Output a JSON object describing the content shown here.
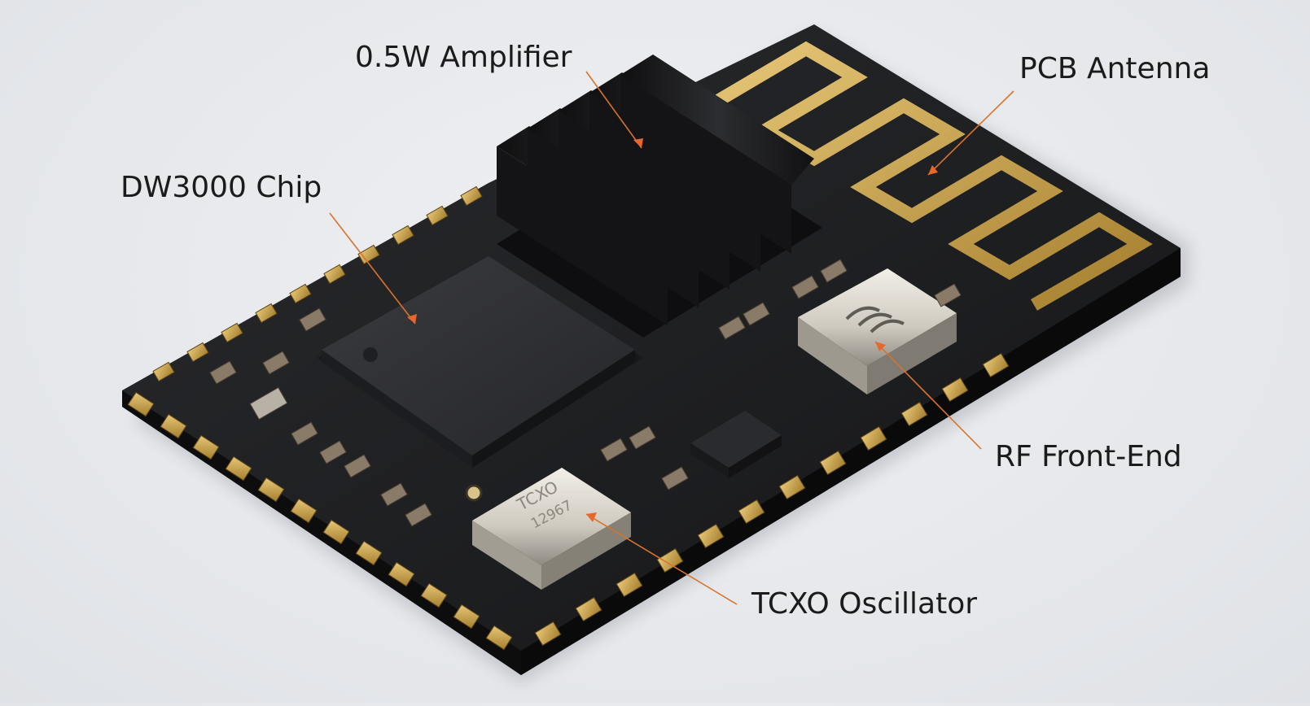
{
  "diagram": {
    "subject": "UWB module PCB with labeled components",
    "background_color": "#e8eaee",
    "board_color": "#1c1d1f",
    "pad_color": "#c9a24a",
    "leader_line_color": "#d9732a",
    "callouts": [
      {
        "id": "amplifier",
        "label": "0.5W Amplifier"
      },
      {
        "id": "antenna",
        "label": "PCB Antenna"
      },
      {
        "id": "chip",
        "label": "DW3000 Chip"
      },
      {
        "id": "rf_front_end",
        "label": "RF Front-End"
      },
      {
        "id": "oscillator",
        "label": "TCXO Oscillator"
      }
    ],
    "component_markings": {
      "tcxo_line1": "TCXO",
      "tcxo_line2": "12967"
    }
  }
}
